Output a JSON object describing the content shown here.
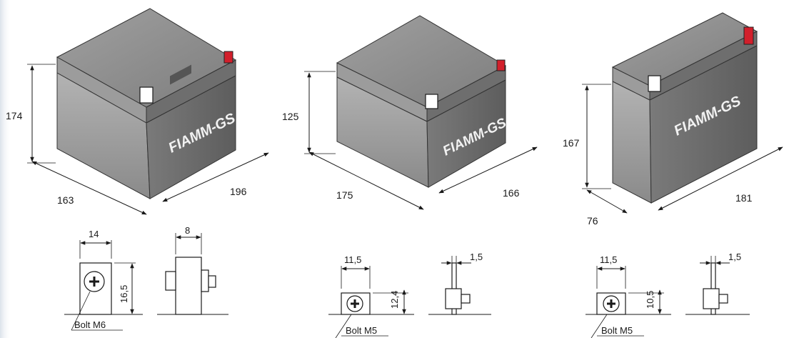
{
  "brand": "FIAMM-GS",
  "colors": {
    "body_front": "#a6a6a6",
    "body_side": "#6b6b6b",
    "lid_top": "#8e8e8e",
    "positive_terminal": "#d21f2b",
    "background_edge": "#dde3ea"
  },
  "batteries": [
    {
      "height": "174",
      "length": "163",
      "width": "196"
    },
    {
      "height": "125",
      "length": "175",
      "width": "166"
    },
    {
      "height": "167",
      "length": "76",
      "width": "181"
    }
  ],
  "terminals": [
    {
      "width": "14",
      "height": "16,5",
      "thickness": "8",
      "bolt": "Bolt M6"
    },
    {
      "width": "11,5",
      "height": "12,4",
      "thickness": "1,5",
      "bolt": "Bolt M5"
    },
    {
      "width": "11,5",
      "height": "10,5",
      "thickness": "1,5",
      "bolt": "Bolt M5"
    }
  ]
}
